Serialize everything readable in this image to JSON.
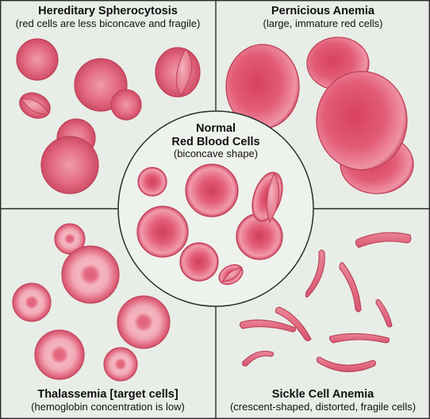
{
  "panels": {
    "hereditary_spherocytosis": {
      "title": "Hereditary Spherocytosis",
      "subtitle": "(red cells are less biconcave and fragile)"
    },
    "pernicious_anemia": {
      "title": "Pernicious Anemia",
      "subtitle": "(large, immature red cells)"
    },
    "normal": {
      "title_line1": "Normal",
      "title_line2": "Red Blood Cells",
      "subtitle": "(biconcave shape)"
    },
    "thalassemia": {
      "title": "Thalassemia [target cells]",
      "subtitle": "(hemoglobin concentration is low)"
    },
    "sickle_cell": {
      "title": "Sickle Cell Anemia",
      "subtitle": "(crescent-shaped, distorted, fragile cells)"
    }
  },
  "colors": {
    "background": "#e8eee7",
    "divider": "#2b2b2b",
    "cell_fill": "#e05f78",
    "cell_edge": "#bf3f58",
    "cell_center": "#f0a1b0"
  }
}
